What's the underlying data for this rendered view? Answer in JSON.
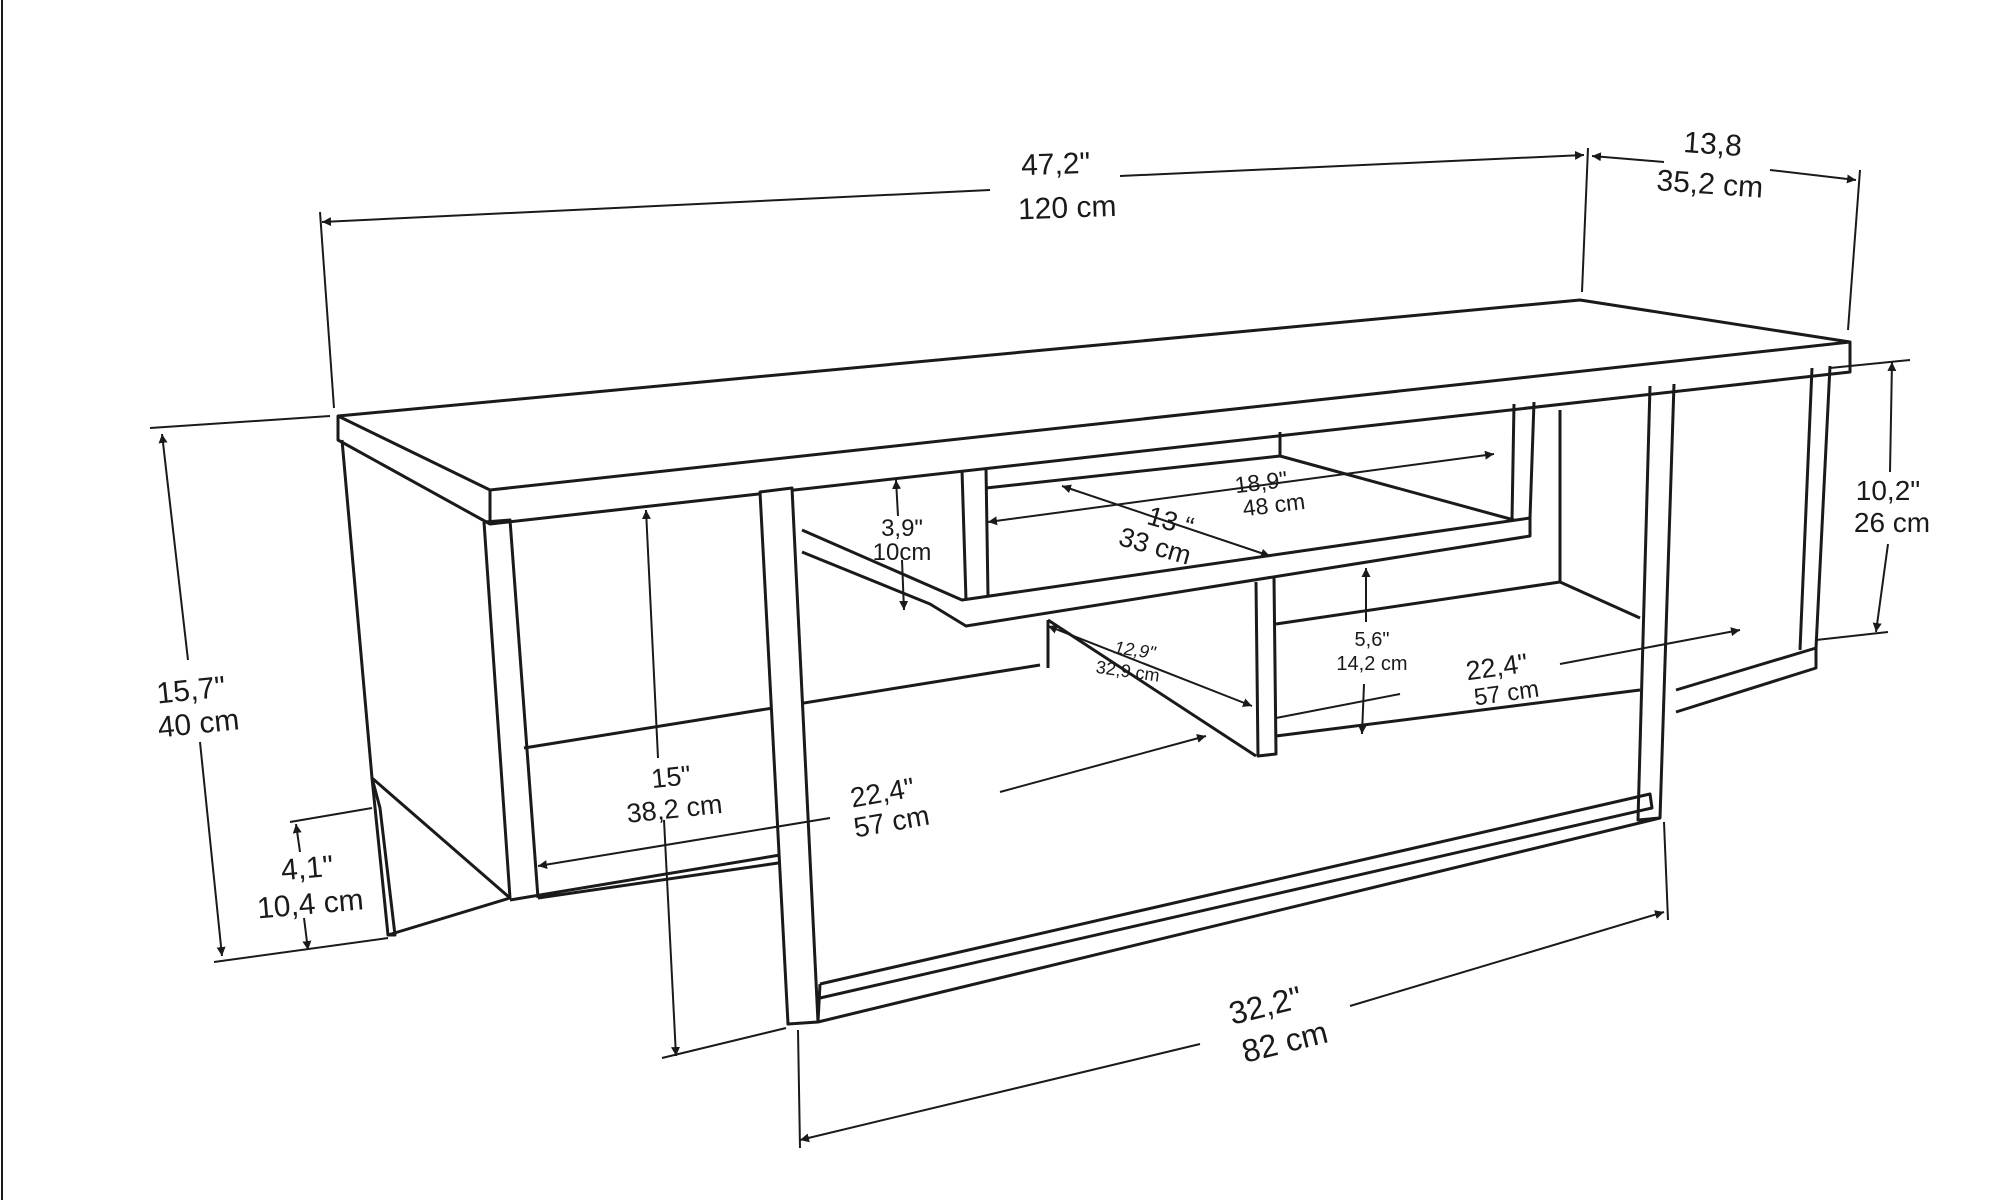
{
  "title": "",
  "colors": {
    "line": "#1a1a1a",
    "background": "#ffffff"
  },
  "dimensions": {
    "width": {
      "in": "47,2\"",
      "cm": "120 cm"
    },
    "depth": {
      "in": "13,8",
      "cm": "35,2 cm"
    },
    "height": {
      "in": "15,7\"",
      "cm": "40 cm"
    },
    "leg_height": {
      "in": "4,1\"",
      "cm": "10,4 cm"
    },
    "left_height": {
      "in": "15\"",
      "cm": "38,2 cm"
    },
    "right_height": {
      "in": "10,2\"",
      "cm": "26 cm"
    },
    "top_width": {
      "in": "18,9\"",
      "cm": "48 cm"
    },
    "top_depth": {
      "in": "13 “",
      "cm": "33 cm"
    },
    "small_height": {
      "in": "3,9\"",
      "cm": "10cm"
    },
    "inner_depth": {
      "in": "12,9\"",
      "cm": "32,9 cm"
    },
    "mid_height": {
      "in": "5,6\"",
      "cm": "14,2 cm"
    },
    "right_width": {
      "in": "22,4\"",
      "cm": "57 cm"
    },
    "left_width": {
      "in": "22,4\"",
      "cm": "57 cm"
    },
    "bottom_width": {
      "in": "32,2\"",
      "cm": "82 cm"
    }
  }
}
